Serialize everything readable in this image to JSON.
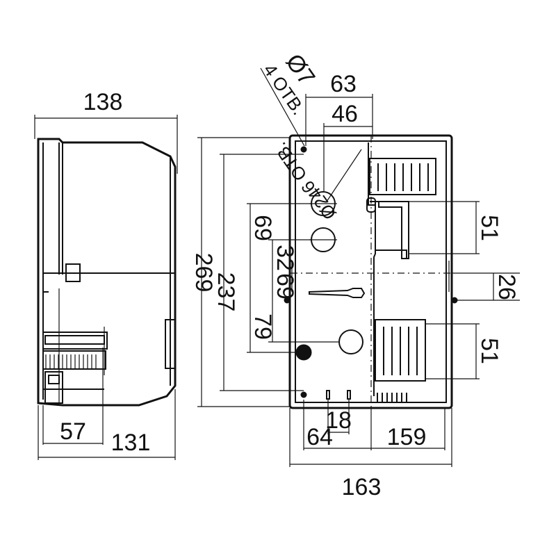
{
  "side_view": {
    "width_top": "138",
    "width_bottom": "131",
    "inner_depth": "57"
  },
  "front_view": {
    "height_total": "269",
    "height_inner": "237",
    "hole_spacing_1": "69",
    "hole_spacing_2": "32",
    "hole_spacing_3": "69",
    "hole_spacing_4": "79",
    "top_63": "63",
    "top_46": "46",
    "mount_hole_dia": "Ø7",
    "mount_hole_count": "4 ОТВ.",
    "cable_hole_count": "6 ОТВ.",
    "cable_hole_dia": "Ø24",
    "right_51_top": "51",
    "right_26": "26",
    "right_51_bottom": "51",
    "bottom_18": "18",
    "bottom_64": "64",
    "bottom_159": "159",
    "width_total": "163"
  }
}
